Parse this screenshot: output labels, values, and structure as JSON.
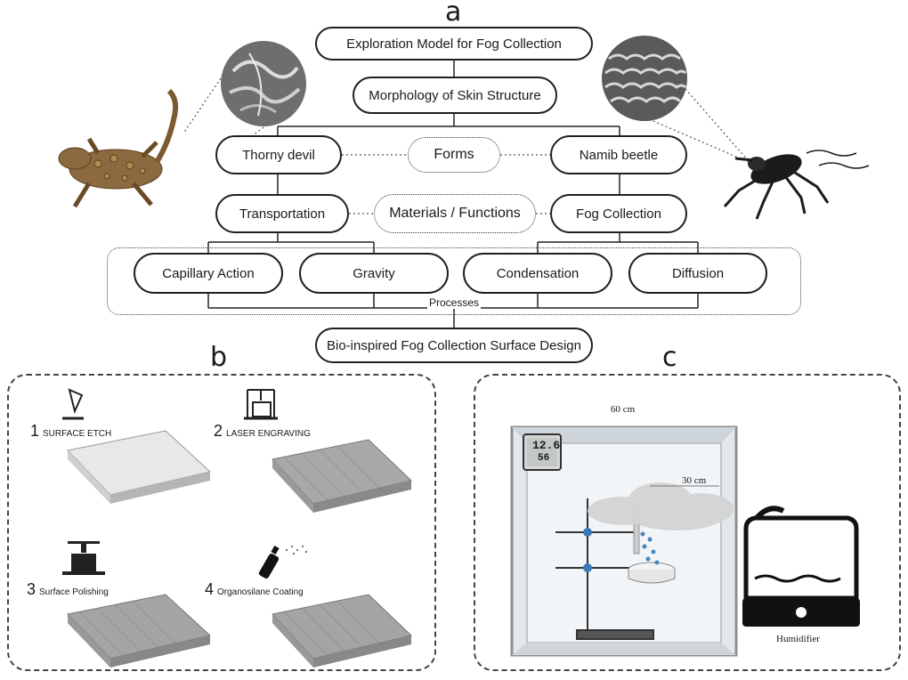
{
  "panel_a": {
    "label": "a",
    "title": "Exploration Model for Fog Collection",
    "morphology": "Morphology of Skin Structure",
    "left_org": "Thorny devil",
    "forms": "Forms",
    "right_org": "Namib beetle",
    "transport": "Transportation",
    "materials": "Materials / Functions",
    "fog": "Fog Collection",
    "capillary": "Capillary Action",
    "gravity": "Gravity",
    "condensation": "Condensation",
    "diffusion": "Diffusion",
    "processes": "Processes",
    "design": "Bio-inspired Fog Collection Surface Design"
  },
  "panel_b": {
    "label": "b",
    "steps": [
      {
        "num": "1",
        "text": "SURFACE ETCH"
      },
      {
        "num": "2",
        "text": "LASER ENGRAVING"
      },
      {
        "num": "3",
        "text": "Surface Polishing"
      },
      {
        "num": "4",
        "text": "Organosilane Coating"
      }
    ]
  },
  "panel_c": {
    "label": "c",
    "width_dim": "60 cm",
    "dist_dim": "30 cm",
    "temp": "12.6",
    "humidity": "56",
    "humidifier": "Humidifier"
  }
}
